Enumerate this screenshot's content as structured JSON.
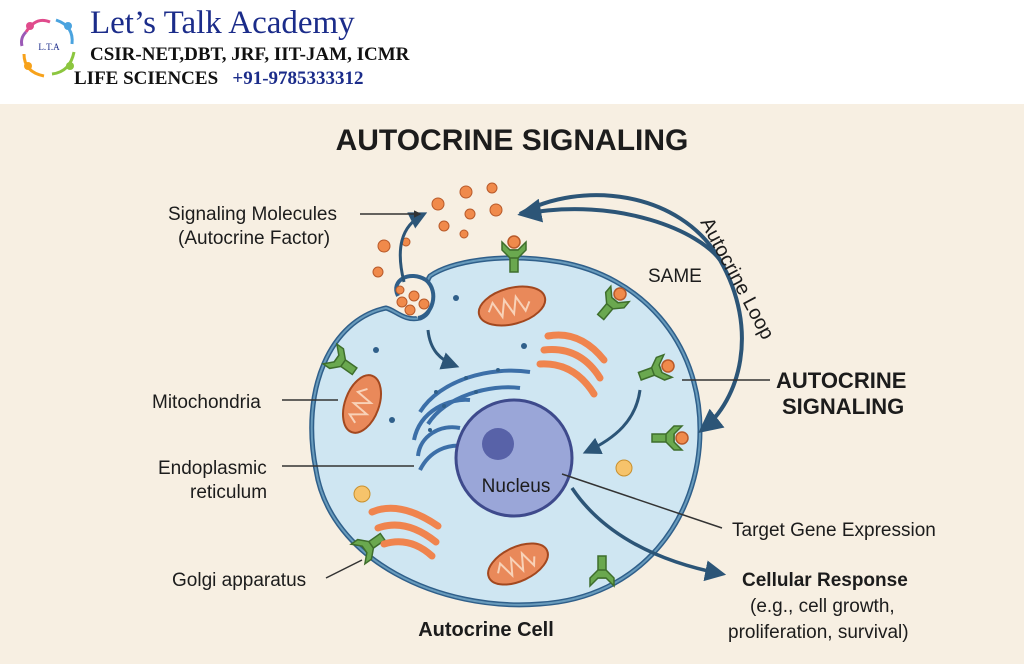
{
  "header": {
    "brand": "Let’s Talk Academy",
    "exams": "CSIR-NET,DBT, JRF, IIT-JAM, ICMR",
    "subject": "LIFE SCIENCES",
    "phone": "+91-9785333312",
    "logo_text": "L.T.A"
  },
  "diagram": {
    "title": "AUTOCRINE SIGNALING",
    "labels": {
      "signaling_molecules_1": "Signaling Molecules",
      "signaling_molecules_2": "(Autocrine Factor)",
      "mitochondria": "Mitochondria",
      "er_1": "Endoplasmic",
      "er_2": "reticulum",
      "golgi": "Golgi apparatus",
      "nucleus": "Nucleus",
      "same": "SAME",
      "autocrine_loop": "Autocrine Loop",
      "autocrine_signaling_1": "AUTOCRINE",
      "autocrine_signaling_2": "SIGNALING",
      "target_gene": "Target Gene Expression",
      "cellular_response": "Cellular Response",
      "response_detail_1": "(e.g., cell growth,",
      "response_detail_2": "proliferation, survival)",
      "cell_caption": "Autocrine Cell"
    },
    "colors": {
      "cytoplasm": "#cfe6f2",
      "membrane": "#2f5f8a",
      "nucleus": "#9aa6d8",
      "nucleolus": "#5862a8",
      "mitochondria": "#e9895a",
      "golgi": "#f0844e",
      "er": "#3c6fa8",
      "receptor": "#6aa84f",
      "ligand": "#f08a4b",
      "arrow": "#2c5577"
    }
  }
}
